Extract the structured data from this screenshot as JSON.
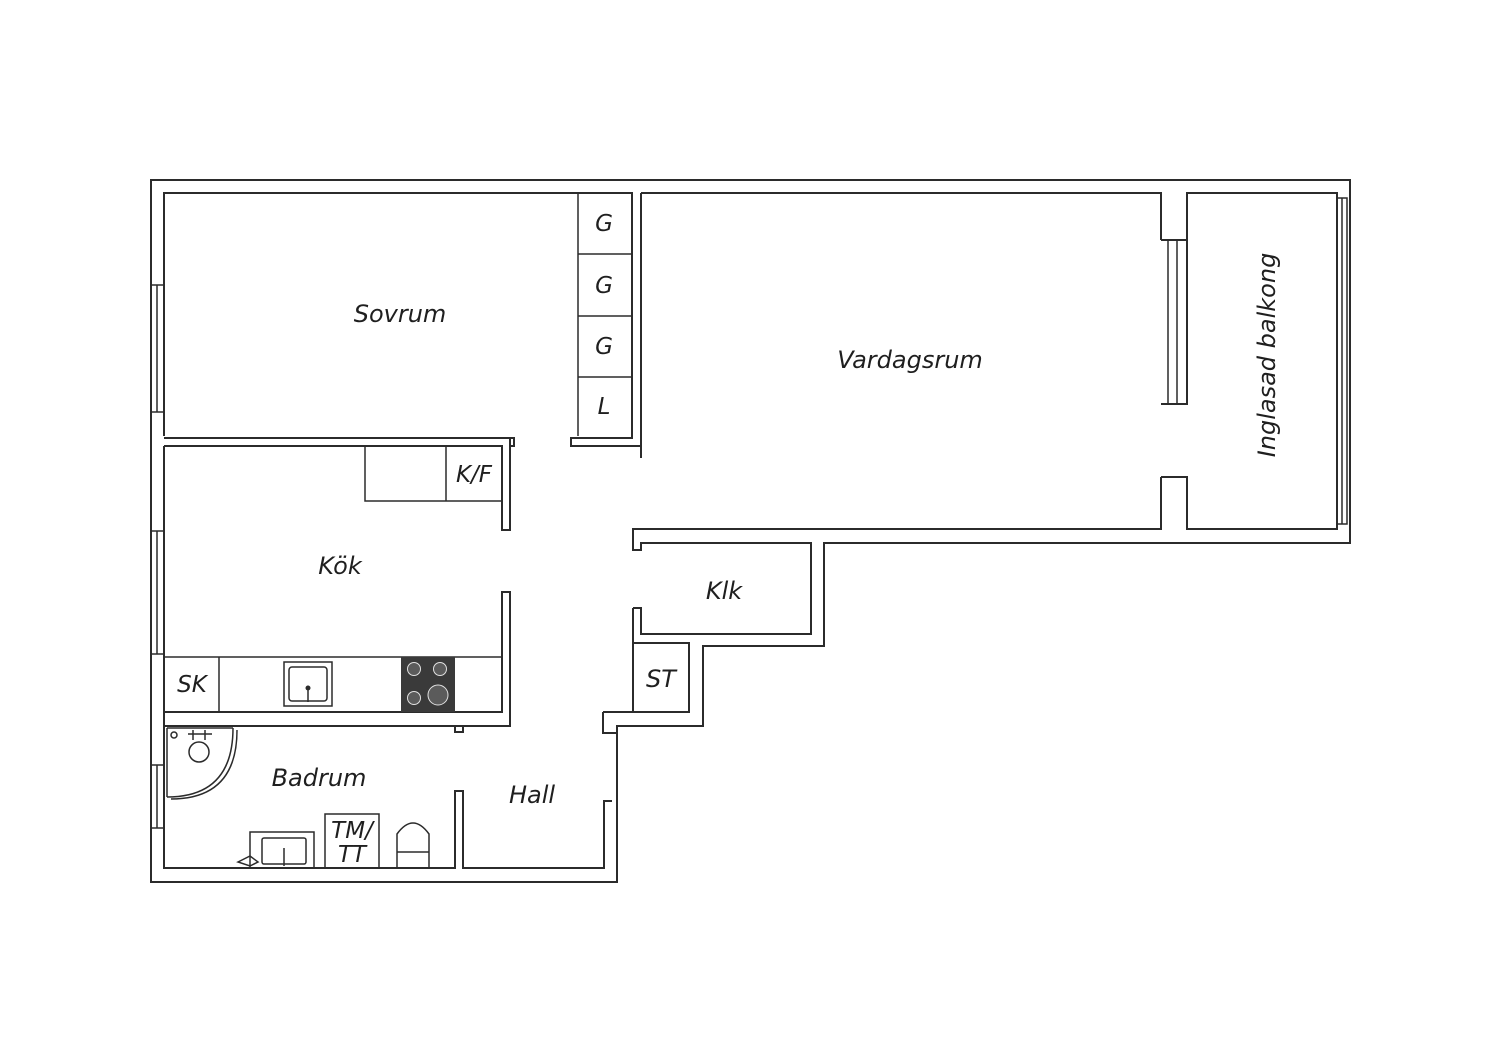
{
  "rooms": {
    "sovrum": "Sovrum",
    "vardagsrum": "Vardagsrum",
    "balkong": "Inglasad balkong",
    "kok": "Kök",
    "klk": "Klk",
    "st": "ST",
    "badrum": "Badrum",
    "hall": "Hall"
  },
  "fixtures": {
    "wardrobe_1": "G",
    "wardrobe_2": "G",
    "wardrobe_3": "G",
    "linen": "L",
    "fridge_freezer": "K/F",
    "cabinet": "SK",
    "washer_line1": "TM/",
    "washer_line2": "TT"
  },
  "colors": {
    "wall": "#2b2b2b",
    "stove": "#3a3a3a",
    "background": "#ffffff"
  }
}
